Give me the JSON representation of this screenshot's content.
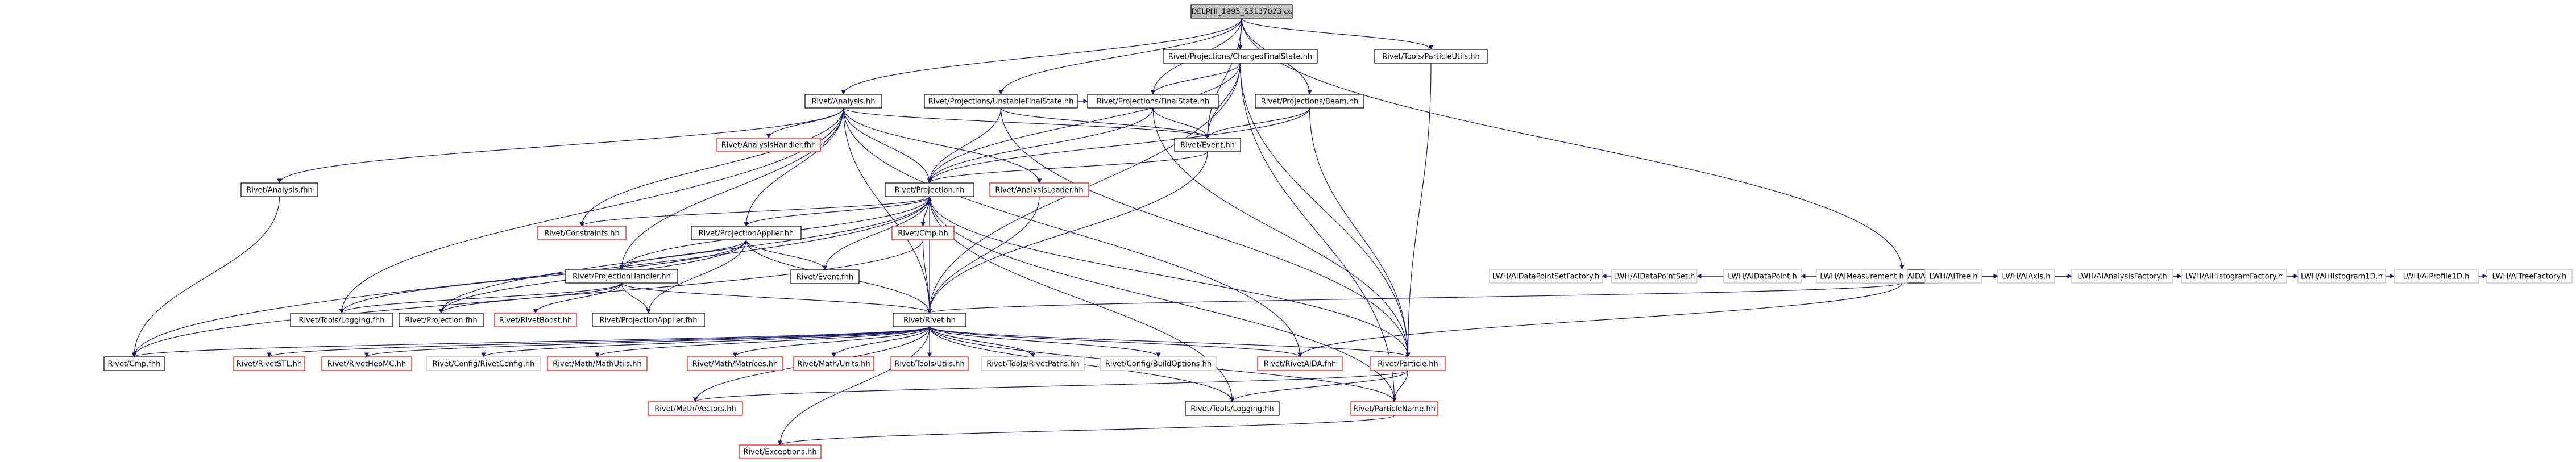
{
  "colors": {
    "edge": "#191970",
    "node_border_black": "#000000",
    "node_border_red": "#ff0000",
    "ext_border": "#bfbfbf",
    "root_fill": "#bfbfbf",
    "text": "#000000"
  },
  "nodes": {
    "root": {
      "label": "DELPHI_1995_S3137023.cc",
      "kind": "root"
    },
    "chargedfs": {
      "label": "Rivet/Projections/ChargedFinalState.hh",
      "kind": "black"
    },
    "particleutils": {
      "label": "Rivet/Tools/ParticleUtils.hh",
      "kind": "black"
    },
    "analysis": {
      "label": "Rivet/Analysis.hh",
      "kind": "black"
    },
    "unstablefs": {
      "label": "Rivet/Projections/UnstableFinalState.hh",
      "kind": "black"
    },
    "finalstate": {
      "label": "Rivet/Projections/FinalState.hh",
      "kind": "black"
    },
    "beam": {
      "label": "Rivet/Projections/Beam.hh",
      "kind": "black"
    },
    "analysishandlerfhh": {
      "label": "Rivet/AnalysisHandler.fhh",
      "kind": "red"
    },
    "event": {
      "label": "Rivet/Event.hh",
      "kind": "black"
    },
    "analysisfhh": {
      "label": "Rivet/Analysis.fhh",
      "kind": "black"
    },
    "projection": {
      "label": "Rivet/Projection.hh",
      "kind": "black"
    },
    "analysisloader": {
      "label": "Rivet/AnalysisLoader.hh",
      "kind": "red"
    },
    "constraints": {
      "label": "Rivet/Constraints.hh",
      "kind": "red"
    },
    "projectionapplier": {
      "label": "Rivet/ProjectionApplier.hh",
      "kind": "black"
    },
    "cmp": {
      "label": "Rivet/Cmp.hh",
      "kind": "red"
    },
    "eventfhh": {
      "label": "Rivet/Event.fhh",
      "kind": "black"
    },
    "projectionhandler": {
      "label": "Rivet/ProjectionHandler.hh",
      "kind": "black"
    },
    "rivetaida": {
      "label": "Rivet/RivetAIDA.hh",
      "kind": "black"
    },
    "toolsloggingfhh": {
      "label": "Rivet/Tools/Logging.fhh",
      "kind": "black"
    },
    "projectionfhh": {
      "label": "Rivet/Projection.fhh",
      "kind": "black"
    },
    "rivetboost": {
      "label": "Rivet/RivetBoost.hh",
      "kind": "red"
    },
    "projectionapplierfhh": {
      "label": "Rivet/ProjectionApplier.fhh",
      "kind": "black"
    },
    "rivet": {
      "label": "Rivet/Rivet.hh",
      "kind": "black"
    },
    "cmpfhh": {
      "label": "Rivet/Cmp.fhh",
      "kind": "black"
    },
    "rivetstl": {
      "label": "Rivet/RivetSTL.hh",
      "kind": "red"
    },
    "rivethepmc": {
      "label": "Rivet/RivetHepMC.hh",
      "kind": "red"
    },
    "rivetconfig": {
      "label": "Rivet/Config/RivetConfig.hh",
      "kind": "ext"
    },
    "mathutils": {
      "label": "Rivet/Math/MathUtils.hh",
      "kind": "red"
    },
    "matrices": {
      "label": "Rivet/Math/Matrices.hh",
      "kind": "red"
    },
    "units": {
      "label": "Rivet/Math/Units.hh",
      "kind": "red"
    },
    "toolsutils": {
      "label": "Rivet/Tools/Utils.hh",
      "kind": "red"
    },
    "rivetpaths": {
      "label": "Rivet/Tools/RivetPaths.hh",
      "kind": "ext"
    },
    "buildoptions": {
      "label": "Rivet/Config/BuildOptions.hh",
      "kind": "ext"
    },
    "rivetaidafhh": {
      "label": "Rivet/RivetAIDA.fhh",
      "kind": "red"
    },
    "particle": {
      "label": "Rivet/Particle.hh",
      "kind": "red"
    },
    "vectors": {
      "label": "Rivet/Math/Vectors.hh",
      "kind": "red"
    },
    "toolslogging": {
      "label": "Rivet/Tools/Logging.hh",
      "kind": "black"
    },
    "particlename": {
      "label": "Rivet/ParticleName.hh",
      "kind": "red"
    },
    "exceptions": {
      "label": "Rivet/Exceptions.hh",
      "kind": "red"
    },
    "aidadpsf": {
      "label": "LWH/AIDataPointSetFactory.h",
      "kind": "ext"
    },
    "aidps": {
      "label": "LWH/AIDataPointSet.h",
      "kind": "ext"
    },
    "aidp": {
      "label": "LWH/AIDataPoint.h",
      "kind": "ext"
    },
    "aimeas": {
      "label": "LWH/AIMeasurement.h",
      "kind": "ext"
    },
    "aitree": {
      "label": "LWH/AITree.h",
      "kind": "ext"
    },
    "aiaxis": {
      "label": "LWH/AIAxis.h",
      "kind": "ext"
    },
    "aianafac": {
      "label": "LWH/AIAnalysisFactory.h",
      "kind": "ext"
    },
    "aihistfac": {
      "label": "LWH/AIHistogramFactory.h",
      "kind": "ext"
    },
    "aihist1d": {
      "label": "LWH/AIHistogram1D.h",
      "kind": "ext"
    },
    "aiprof1d": {
      "label": "LWH/AIProfile1D.h",
      "kind": "ext"
    },
    "aitreefac": {
      "label": "LWH/AITreeFactory.h",
      "kind": "ext"
    }
  },
  "edges": [
    [
      "root",
      "chargedfs"
    ],
    [
      "root",
      "particleutils"
    ],
    [
      "root",
      "analysis"
    ],
    [
      "root",
      "unstablefs"
    ],
    [
      "root",
      "finalstate"
    ],
    [
      "root",
      "beam"
    ],
    [
      "root",
      "event"
    ],
    [
      "root",
      "rivetaida"
    ],
    [
      "chargedfs",
      "finalstate"
    ],
    [
      "chargedfs",
      "projection"
    ],
    [
      "chargedfs",
      "event"
    ],
    [
      "chargedfs",
      "rivet"
    ],
    [
      "chargedfs",
      "particle"
    ],
    [
      "chargedfs",
      "particlename"
    ],
    [
      "particleutils",
      "particle"
    ],
    [
      "analysis",
      "analysishandlerfhh"
    ],
    [
      "analysis",
      "event"
    ],
    [
      "analysis",
      "analysisfhh"
    ],
    [
      "analysis",
      "projection"
    ],
    [
      "analysis",
      "analysisloader"
    ],
    [
      "analysis",
      "constraints"
    ],
    [
      "analysis",
      "projectionapplier"
    ],
    [
      "analysis",
      "projectionhandler"
    ],
    [
      "analysis",
      "toolsloggingfhh"
    ],
    [
      "analysis",
      "rivet"
    ],
    [
      "analysis",
      "rivetaidafhh"
    ],
    [
      "unstablefs",
      "finalstate"
    ],
    [
      "unstablefs",
      "projection"
    ],
    [
      "unstablefs",
      "event"
    ],
    [
      "unstablefs",
      "particle"
    ],
    [
      "finalstate",
      "projection"
    ],
    [
      "finalstate",
      "event"
    ],
    [
      "finalstate",
      "particle"
    ],
    [
      "beam",
      "projection"
    ],
    [
      "beam",
      "event"
    ],
    [
      "beam",
      "particle"
    ],
    [
      "event",
      "projection"
    ],
    [
      "event",
      "rivet"
    ],
    [
      "analysisfhh",
      "cmpfhh"
    ],
    [
      "analysisloader",
      "rivet"
    ],
    [
      "projection",
      "projectionapplier"
    ],
    [
      "projection",
      "constraints"
    ],
    [
      "projection",
      "cmp"
    ],
    [
      "projection",
      "rivet"
    ],
    [
      "projection",
      "projectionfhh"
    ],
    [
      "projection",
      "projectionhandler"
    ],
    [
      "projection",
      "toolslogging"
    ],
    [
      "projection",
      "eventfhh"
    ],
    [
      "projection",
      "particlename"
    ],
    [
      "projection",
      "cmpfhh"
    ],
    [
      "projection",
      "particle"
    ],
    [
      "projectionapplier",
      "projectionhandler"
    ],
    [
      "projectionapplier",
      "projectionfhh"
    ],
    [
      "projectionapplier",
      "eventfhh"
    ],
    [
      "projectionapplier",
      "rivet"
    ],
    [
      "projectionapplier",
      "toolsloggingfhh"
    ],
    [
      "projectionapplier",
      "projectionapplierfhh"
    ],
    [
      "cmp",
      "rivet"
    ],
    [
      "cmp",
      "projection"
    ],
    [
      "cmp",
      "cmpfhh"
    ],
    [
      "projectionhandler",
      "rivet"
    ],
    [
      "projectionhandler",
      "projectionfhh"
    ],
    [
      "projectionhandler",
      "rivetboost"
    ],
    [
      "projectionhandler",
      "projectionapplierfhh"
    ],
    [
      "projectionhandler",
      "toolsloggingfhh"
    ],
    [
      "rivetaida",
      "rivet"
    ],
    [
      "rivetaida",
      "rivetaidafhh"
    ],
    [
      "rivetaida",
      "aidadpsf"
    ],
    [
      "rivetaida",
      "aidps"
    ],
    [
      "rivetaida",
      "aidp"
    ],
    [
      "rivetaida",
      "aimeas"
    ],
    [
      "rivetaida",
      "aitree"
    ],
    [
      "rivetaida",
      "aiaxis"
    ],
    [
      "rivetaida",
      "aianafac"
    ],
    [
      "rivetaida",
      "aihistfac"
    ],
    [
      "rivetaida",
      "aihist1d"
    ],
    [
      "rivetaida",
      "aiprof1d"
    ],
    [
      "rivetaida",
      "aitreefac"
    ],
    [
      "rivet",
      "rivetstl"
    ],
    [
      "rivet",
      "rivethepmc"
    ],
    [
      "rivet",
      "rivetconfig"
    ],
    [
      "rivet",
      "mathutils"
    ],
    [
      "rivet",
      "matrices"
    ],
    [
      "rivet",
      "units"
    ],
    [
      "rivet",
      "toolsutils"
    ],
    [
      "rivet",
      "rivetpaths"
    ],
    [
      "rivet",
      "buildoptions"
    ],
    [
      "rivet",
      "rivetaidafhh"
    ],
    [
      "rivet",
      "particle"
    ],
    [
      "rivet",
      "vectors"
    ],
    [
      "rivet",
      "toolslogging"
    ],
    [
      "rivet",
      "particlename"
    ],
    [
      "rivet",
      "exceptions"
    ],
    [
      "rivet",
      "cmpfhh"
    ],
    [
      "particle",
      "vectors"
    ],
    [
      "particle",
      "toolslogging"
    ],
    [
      "particle",
      "particlename"
    ],
    [
      "particlename",
      "exceptions"
    ]
  ]
}
